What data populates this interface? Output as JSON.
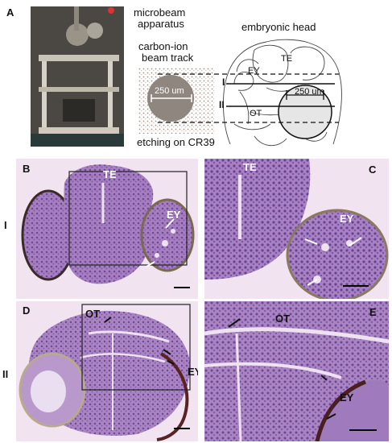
{
  "panel_letters": [
    "A",
    "B",
    "C",
    "D",
    "E"
  ],
  "row_labels": [
    "I",
    "II"
  ],
  "panel_a": {
    "apparatus_label_line1": "microbeam",
    "apparatus_label_line2": "apparatus",
    "track_label_line1": "carbon-ion",
    "track_label_line2": "beam track",
    "etching_label": "etching on CR39",
    "head_label": "embryonic head",
    "track_scale": "250 um",
    "head_scale": "250 um",
    "head_regions": [
      "TE",
      "EY",
      "OT"
    ],
    "section_lines": [
      "I",
      "II"
    ]
  },
  "panel_b": {
    "labels": [
      "TE",
      "EY"
    ]
  },
  "panel_c": {
    "labels": [
      "TE",
      "EY"
    ]
  },
  "panel_d": {
    "labels": [
      "OT",
      "EY"
    ]
  },
  "panel_e": {
    "labels": [
      "OT",
      "EY"
    ]
  }
}
